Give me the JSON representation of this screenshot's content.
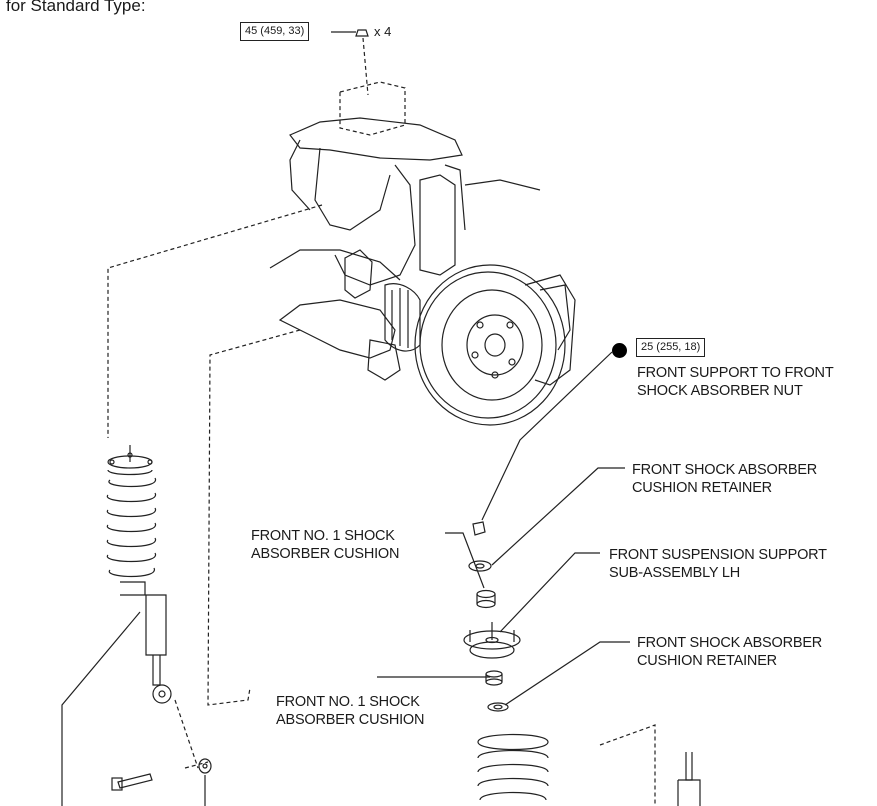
{
  "header": {
    "text": "for Standard Type:"
  },
  "torques": {
    "mount_nut": "45 (459, 33)",
    "support_nut": "25 (255, 18)"
  },
  "quantity": "x 4",
  "labels": {
    "support_nut": {
      "line1": "FRONT SUPPORT TO FRONT",
      "line2": "SHOCK ABSORBER NUT"
    },
    "retainer_upper": {
      "line1": "FRONT SHOCK ABSORBER",
      "line2": "CUSHION RETAINER"
    },
    "cushion_upper": {
      "line1": "FRONT NO. 1 SHOCK",
      "line2": "ABSORBER CUSHION"
    },
    "support_sub": {
      "line1": "FRONT SUSPENSION SUPPORT",
      "line2": "SUB-ASSEMBLY LH"
    },
    "retainer_lower": {
      "line1": "FRONT SHOCK ABSORBER",
      "line2": "CUSHION RETAINER"
    },
    "cushion_lower": {
      "line1": "FRONT NO. 1 SHOCK",
      "line2": "ABSORBER CUSHION"
    }
  },
  "icons": {
    "non_reusable": "filled-circle-icon"
  }
}
